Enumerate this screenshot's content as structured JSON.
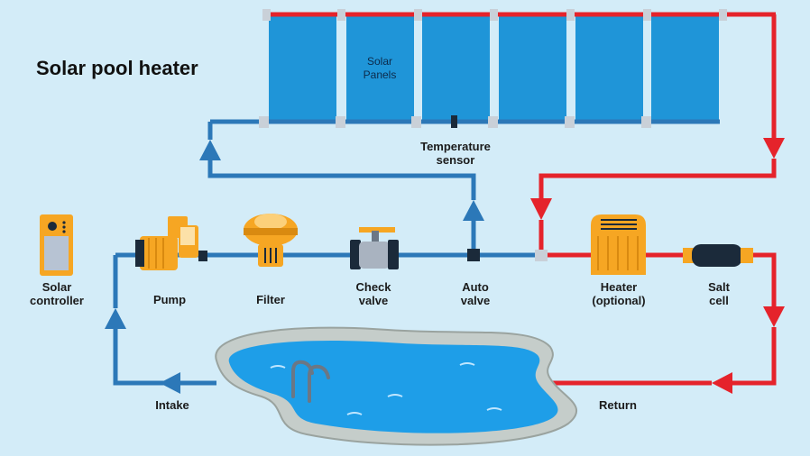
{
  "title": "Solar pool heater",
  "labels": {
    "solar_panels": "Solar\nPanels",
    "temperature_sensor": "Temperature\nsensor",
    "solar_controller": "Solar\ncontroller",
    "pump": "Pump",
    "filter": "Filter",
    "check_valve": "Check\nvalve",
    "auto_valve": "Auto\nvalve",
    "heater": "Heater\n(optional)",
    "salt_cell": "Salt\ncell",
    "intake": "Intake",
    "return": "Return"
  },
  "colors": {
    "cold_pipe": "#2c78b8",
    "hot_pipe": "#e5232b",
    "panel": "#1f95d8",
    "equipment": "#f6a623",
    "background": "#d3ecf8",
    "pool_water": "#1e9ee8"
  }
}
